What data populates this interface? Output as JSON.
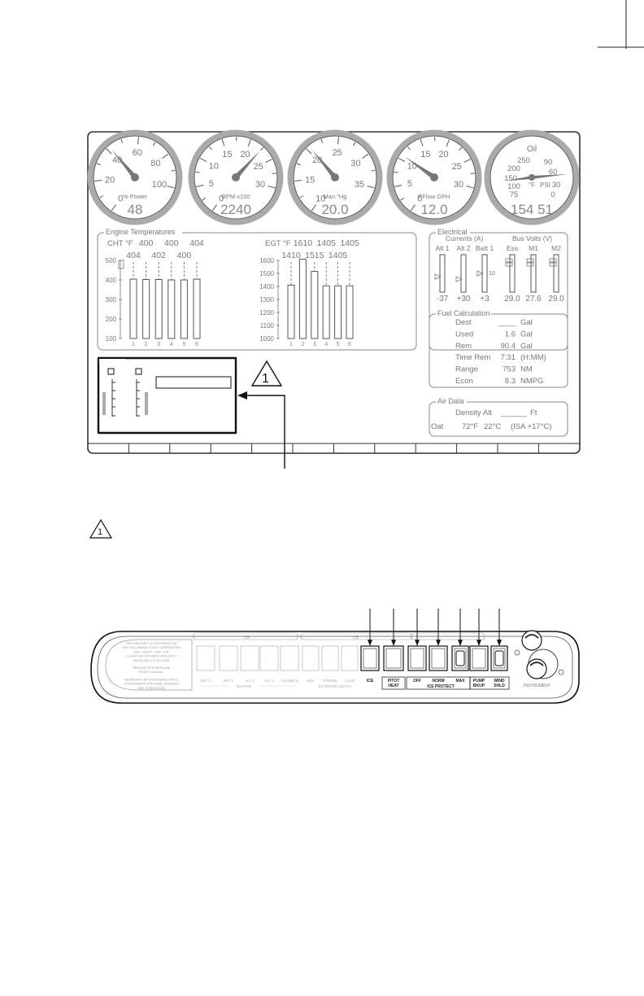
{
  "gauges": [
    {
      "name": "percent-power",
      "ticks": [
        "0",
        "20",
        "40",
        "60",
        "80",
        "100"
      ],
      "label": "% Power",
      "value": "48",
      "needle_fraction": 0.42
    },
    {
      "name": "rpm",
      "ticks": [
        "0",
        "5",
        "10",
        "15",
        "20",
        "25",
        "30"
      ],
      "label": "RPM x100",
      "value": "2240",
      "needle_fraction": 0.75
    },
    {
      "name": "manifold-pressure",
      "ticks": [
        "10",
        "15",
        "20",
        "25",
        "30",
        "35"
      ],
      "label": "Man \"Hg",
      "value": "20.0",
      "needle_fraction": 0.42
    },
    {
      "name": "fuel-flow",
      "ticks": [
        "0",
        "5",
        "10",
        "15",
        "20",
        "25",
        "30"
      ],
      "label": "FFlow GPH",
      "value": "12.0",
      "needle_fraction": 0.36
    },
    {
      "name": "oil",
      "title": "Oil",
      "ticks_left": [
        "75",
        "100",
        "150",
        "200",
        "250"
      ],
      "ticks_right": [
        "90",
        "60",
        "30",
        "0"
      ],
      "unit_left": "°F",
      "unit_right": "PSI",
      "value": "154 51"
    }
  ],
  "engine_temps": {
    "title": "Engine Temperatures",
    "cht_label": "CHT °F",
    "cht_top_values": [
      "400",
      "400",
      "404"
    ],
    "cht_mid_values": [
      "404",
      "402",
      "400"
    ],
    "cht_axis": [
      "500",
      "400",
      "300",
      "200",
      "100"
    ],
    "cht_bars": [
      404,
      402,
      402,
      400,
      400,
      404
    ],
    "egt_label": "EGT °F",
    "egt_top_values": [
      "1610",
      "1405",
      "1405"
    ],
    "egt_mid_values": [
      "1410",
      "1515",
      "1405"
    ],
    "egt_axis": [
      "1600",
      "1500",
      "1400",
      "1300",
      "1200",
      "1100",
      "1000"
    ],
    "egt_bars": [
      1410,
      1610,
      1515,
      1405,
      1405,
      1405
    ],
    "cyl_numbers": [
      "1",
      "2",
      "3",
      "4",
      "5",
      "6"
    ]
  },
  "electrical": {
    "title": "Electrical",
    "currents_label": "Currents (A)",
    "bus_label": "Bus Volts (V)",
    "columns": [
      "Alt 1",
      "Alt 2",
      "Batt 1",
      "Ess",
      "M1",
      "M2"
    ],
    "values": [
      "-37",
      "+30",
      "+3",
      "29.0",
      "27.6",
      "29.0"
    ],
    "batt_marker": "10"
  },
  "fuel": {
    "title": "Fuel Calculation",
    "rows": [
      {
        "label": "Dest",
        "value": "____",
        "unit": "Gal"
      },
      {
        "label": "Used",
        "value": "1.6",
        "unit": "Gal"
      },
      {
        "label": "Rem",
        "value": "90.4",
        "unit": "Gal"
      },
      {
        "label": "Time Rem",
        "value": "7:31",
        "unit": "(H:MM)"
      },
      {
        "label": "Range",
        "value": "753",
        "unit": "NM"
      },
      {
        "label": "Econ",
        "value": "8.3",
        "unit": "NMPG"
      }
    ]
  },
  "air_data": {
    "title": "Air Data",
    "density_label": "Density Alt",
    "density_value": "______",
    "density_unit": "Ft",
    "oat_label": "Oat",
    "oat_f": "72°F",
    "oat_c": "22°C",
    "isa": "(ISA +17°C)"
  },
  "callout": "1",
  "note_marker": "1",
  "switch_panel": {
    "bottom_labels": [
      "BAT 2",
      "BAT 1",
      "ALT 1",
      "ALT 2",
      "AVIONICS",
      "NAV",
      "STROBE",
      "LAND",
      "ICE"
    ],
    "group_master": "MASTER",
    "group_lights": "EXTERIOR LIGHTS",
    "pitot": [
      "PITOT",
      "HEAT"
    ],
    "ice_labels": [
      "OFF",
      "NORM",
      "MAX"
    ],
    "ice_group": "ICE PROTECT",
    "pump": [
      "PUMP",
      "BKUP"
    ],
    "wind": [
      "WIND",
      "SHLD"
    ],
    "instrument": "INSTRUMENT",
    "top_strip": [
      "CB",
      "CB"
    ],
    "placard": [
      "THIS AIRCRAFT IS CERTIFIED FOR",
      "THE FOLLOWING FLIGHT OPERATIONS",
      "DAY - NIGHT - VFR - IFR",
      "FLIGHT INTO KNOWN ICING WITH",
      "INSTALLED ICE SYSTEM",
      "OPERATE PER AIRPLANE",
      "FLIGHT MANUAL",
      "MAXIMUM FLAP EXTENSION 100% &",
      "CONSTRAINTS FOR FINAL DESCENT",
      "AND OPERATIONS"
    ]
  }
}
